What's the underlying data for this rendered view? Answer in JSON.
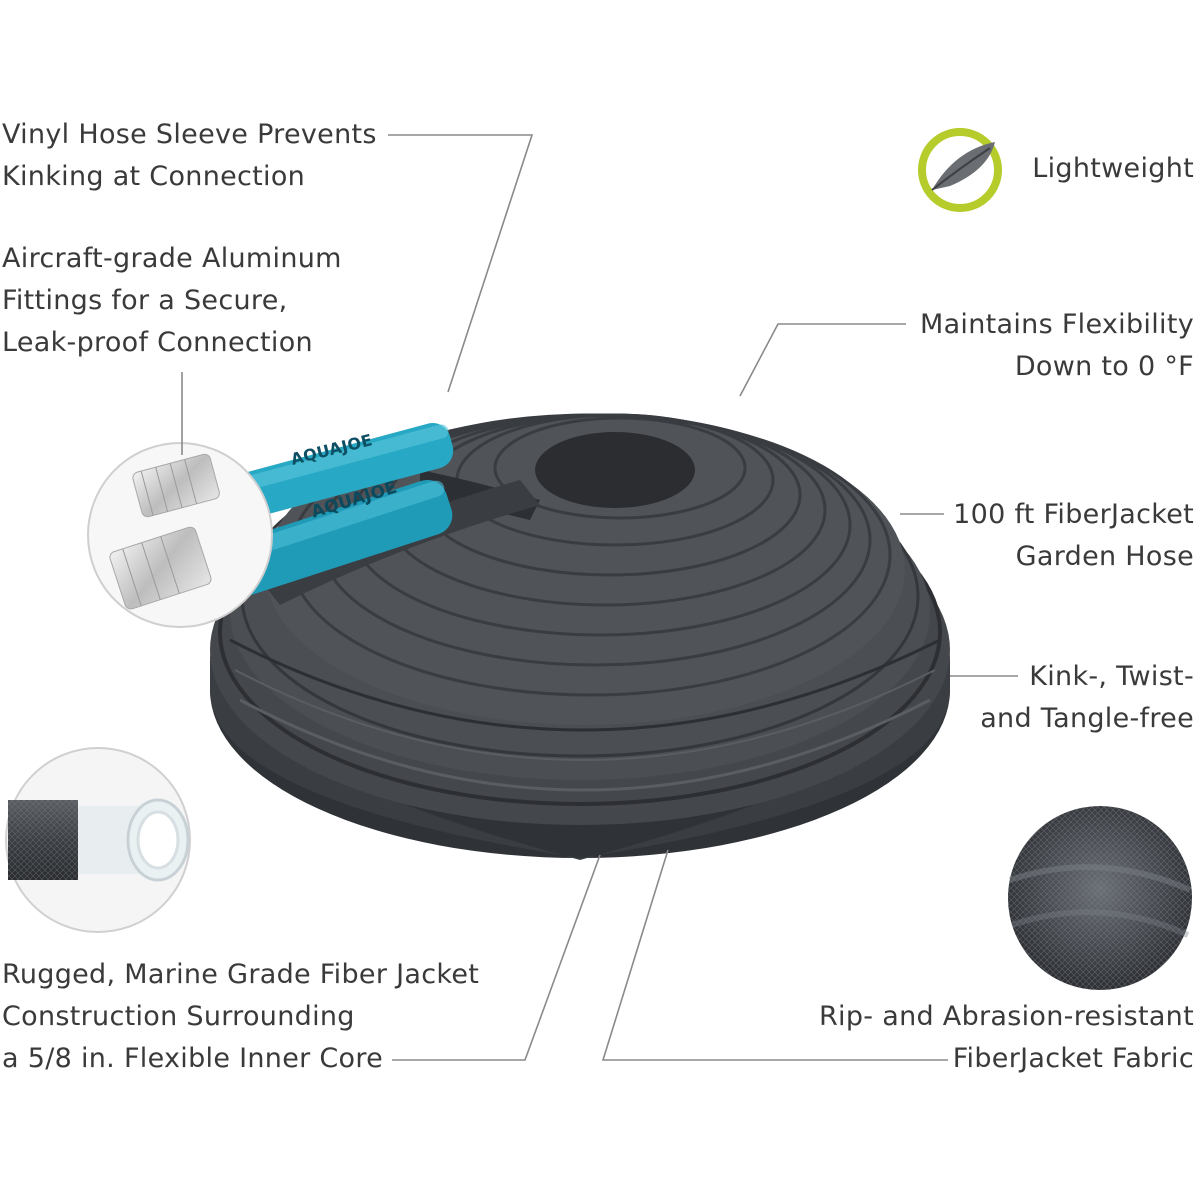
{
  "brand": {
    "name": "AQUAJOE"
  },
  "callouts": {
    "vinyl_sleeve": [
      "Vinyl Hose Sleeve Prevents",
      "Kinking at Connection"
    ],
    "fittings": [
      "Aircraft-grade Aluminum",
      "Fittings for a Secure,",
      "Leak-proof Connection"
    ],
    "lightweight": [
      "Lightweight"
    ],
    "flexibility": [
      "Maintains Flexibility",
      "Down to  0 °F"
    ],
    "hose": [
      "100 ft FiberJacket",
      "Garden Hose"
    ],
    "kink": [
      "Kink-, Twist-",
      "and Tangle-free"
    ],
    "rugged": [
      "Rugged, Marine Grade Fiber Jacket",
      "Construction Surrounding",
      "a 5/8 in. Flexible Inner Core"
    ],
    "rip": [
      "Rip- and Abrasion-resistant",
      "FiberJacket Fabric"
    ]
  },
  "colors": {
    "text": "#3a3a3a",
    "leader": "#8a8a8a",
    "hose": "#4a4d52",
    "hose_dark": "#34373b",
    "fitting": "#27a8c4",
    "badge_ring": "#b5cc2a"
  },
  "icons": [
    "feather-icon"
  ]
}
